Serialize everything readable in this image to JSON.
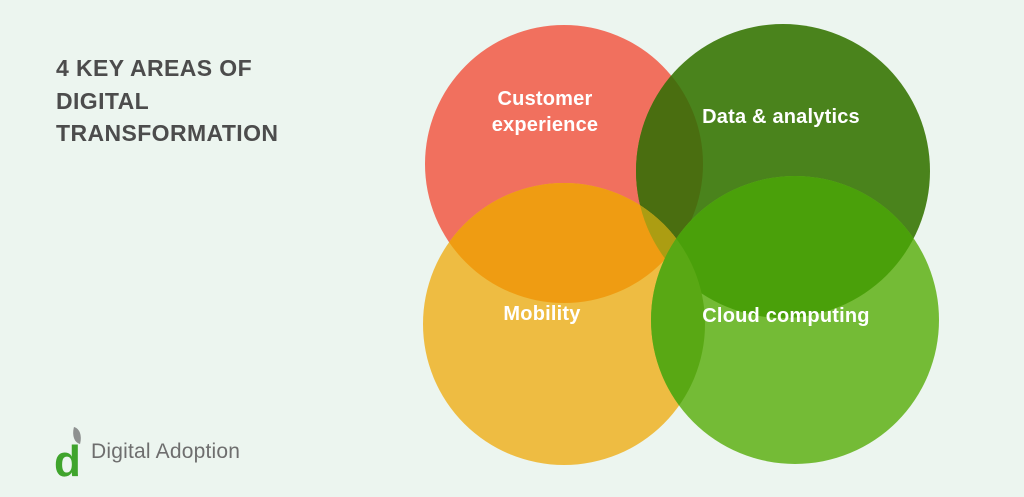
{
  "page": {
    "background_color": "#ecf5ef"
  },
  "title": {
    "text": "4 KEY AREAS OF DIGITAL TRANSFORMATION",
    "lines": [
      "4 KEY AREAS OF",
      "DIGITAL",
      "TRANSFORMATION"
    ],
    "color": "#4c4c4c"
  },
  "diagram": {
    "type": "venn",
    "areas": [
      {
        "id": "customer-experience",
        "label": "Customer experience",
        "color": "#f1705e"
      },
      {
        "id": "data-analytics",
        "label": "Data & analytics",
        "color": "#4a831c"
      },
      {
        "id": "mobility",
        "label": "Mobility",
        "color": "#eebc42"
      },
      {
        "id": "cloud-computing",
        "label": "Cloud computing",
        "color": "#74bb36"
      }
    ],
    "overlaps": {
      "customer_data": "#4a6e10",
      "customer_mobility": "#ef9c12",
      "customer_data_mobility": "#ac9d12",
      "data_cloud": "#4aa00a",
      "mobility_cloud": "#59a814"
    },
    "label_color": "#ffffff"
  },
  "logo": {
    "mark": "d",
    "text": "Digital Adoption",
    "mark_color": "#3fa42c",
    "leaf_color": "#8e9190",
    "text_color": "#6e6e6e"
  }
}
